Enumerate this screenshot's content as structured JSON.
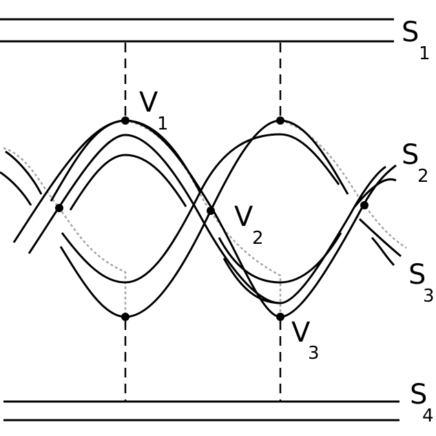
{
  "labels": {
    "s1": {
      "main": "S",
      "sub": "1"
    },
    "s2": {
      "main": "S",
      "sub": "2"
    },
    "s3": {
      "main": "S",
      "sub": "3"
    },
    "s4": {
      "main": "S",
      "sub": "4"
    },
    "v1": {
      "main": "V",
      "sub": "1"
    },
    "v2": {
      "main": "V",
      "sub": "2"
    },
    "v3": {
      "main": "V",
      "sub": "3"
    }
  },
  "colors": {
    "strand": "#000000",
    "path": "#a6a6a6",
    "background": "#ffffff"
  }
}
